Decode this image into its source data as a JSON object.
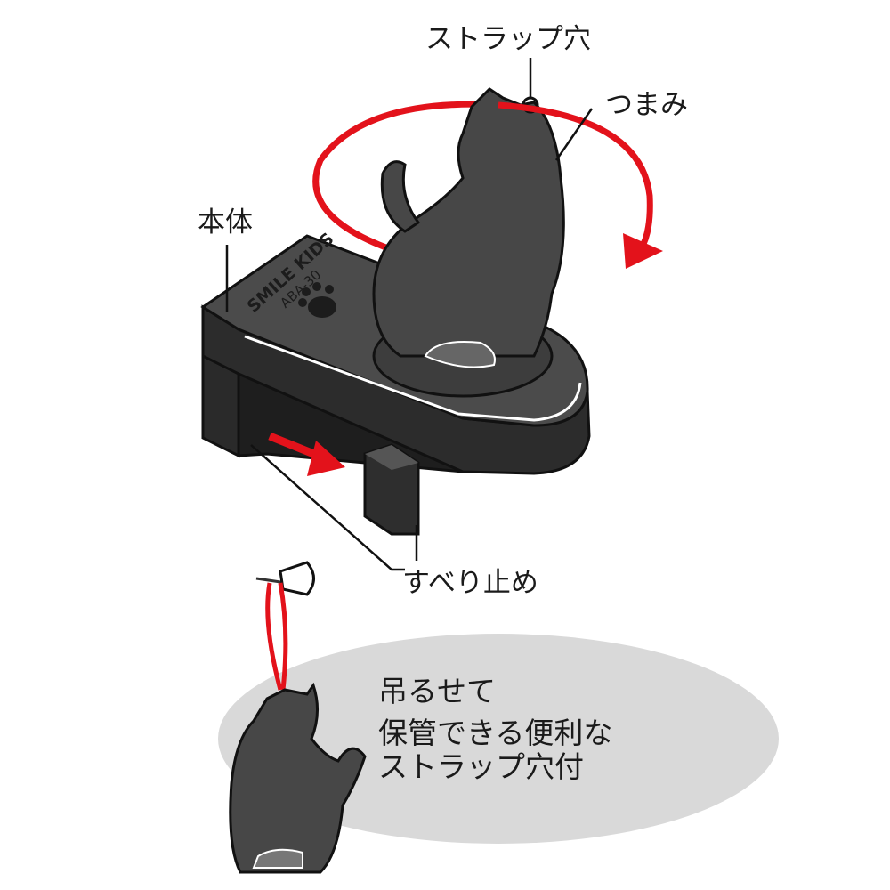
{
  "labels": {
    "strap_hole": "ストラップ穴",
    "knob": "つまみ",
    "body": "本体",
    "anti_slip": "すべり止め"
  },
  "product": {
    "brand": "SMILE KIDS",
    "model": "ABA-30"
  },
  "caption": {
    "lines": [
      "吊るせて",
      "保管できる便利な",
      "ストラップ穴付"
    ]
  },
  "colors": {
    "body_top": "#4b4b4b",
    "body_side": "#2a2a2a",
    "arrow_red": "#e3121b",
    "caption_bg": "#d9d9d9"
  }
}
